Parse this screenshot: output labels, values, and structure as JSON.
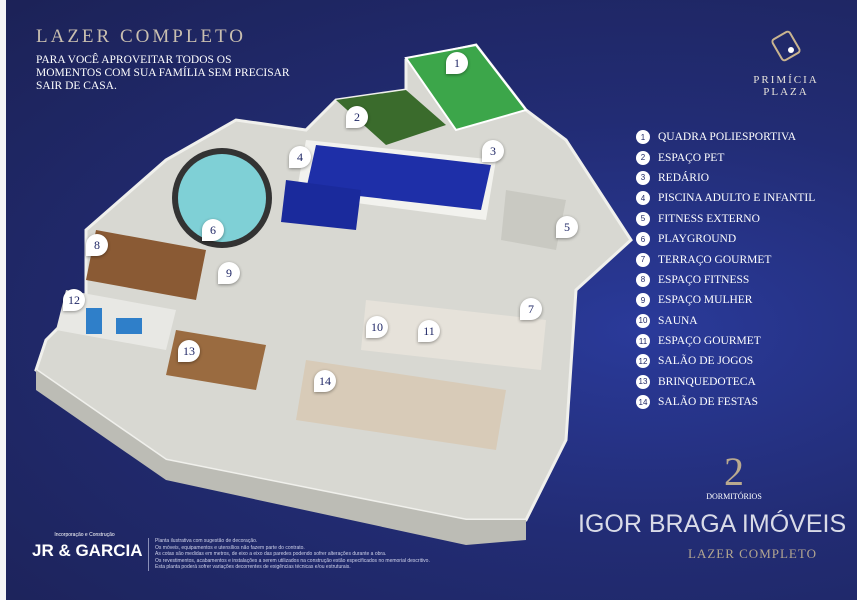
{
  "header": {
    "title": "LAZER COMPLETO",
    "subtitle": "Para você aproveitar todos os momentos com sua família sem precisar sair de casa."
  },
  "brand": {
    "name": "PRIMÍCIA PLAZA"
  },
  "legend": [
    {
      "n": "1",
      "label": "Quadra Poliesportiva"
    },
    {
      "n": "2",
      "label": "Espaço Pet"
    },
    {
      "n": "3",
      "label": "Redário"
    },
    {
      "n": "4",
      "label": "Piscina Adulto e Infantil"
    },
    {
      "n": "5",
      "label": "Fitness Externo"
    },
    {
      "n": "6",
      "label": "Playground"
    },
    {
      "n": "7",
      "label": "Terraço Gourmet"
    },
    {
      "n": "8",
      "label": "Espaço Fitness"
    },
    {
      "n": "9",
      "label": "Espaço Mulher"
    },
    {
      "n": "10",
      "label": "Sauna"
    },
    {
      "n": "11",
      "label": "Espaço Gourmet"
    },
    {
      "n": "12",
      "label": "Salão de Jogos"
    },
    {
      "n": "13",
      "label": "Brinquedoteca"
    },
    {
      "n": "14",
      "label": "Salão de Festas"
    }
  ],
  "footer": {
    "builder_caption": "Incorporação e Construção",
    "builder_name": "JR & GARCIA",
    "disclaimer": [
      "Planta ilustrativa com sugestão de decoração.",
      "Os móveis, equipamentos e utensílios não fazem parte do contrato.",
      "As cotas são medidas em metros, de eixo a eixo das paredes podendo sofrer alterações durante a obra.",
      "Os revestimentos, acabamentos e instalações a serem utilizados na construção estão especificados no memorial descritivo.",
      "Esta planta poderá sofrer variações decorrentes de exigências técnicas e/ou estruturais."
    ],
    "dorm_number": "2",
    "dorm_label": "DORMITÓRIOS",
    "watermark": "IGOR BRAGA IMÓVEIS",
    "watermark_sub": "LAZER COMPLETO"
  }
}
